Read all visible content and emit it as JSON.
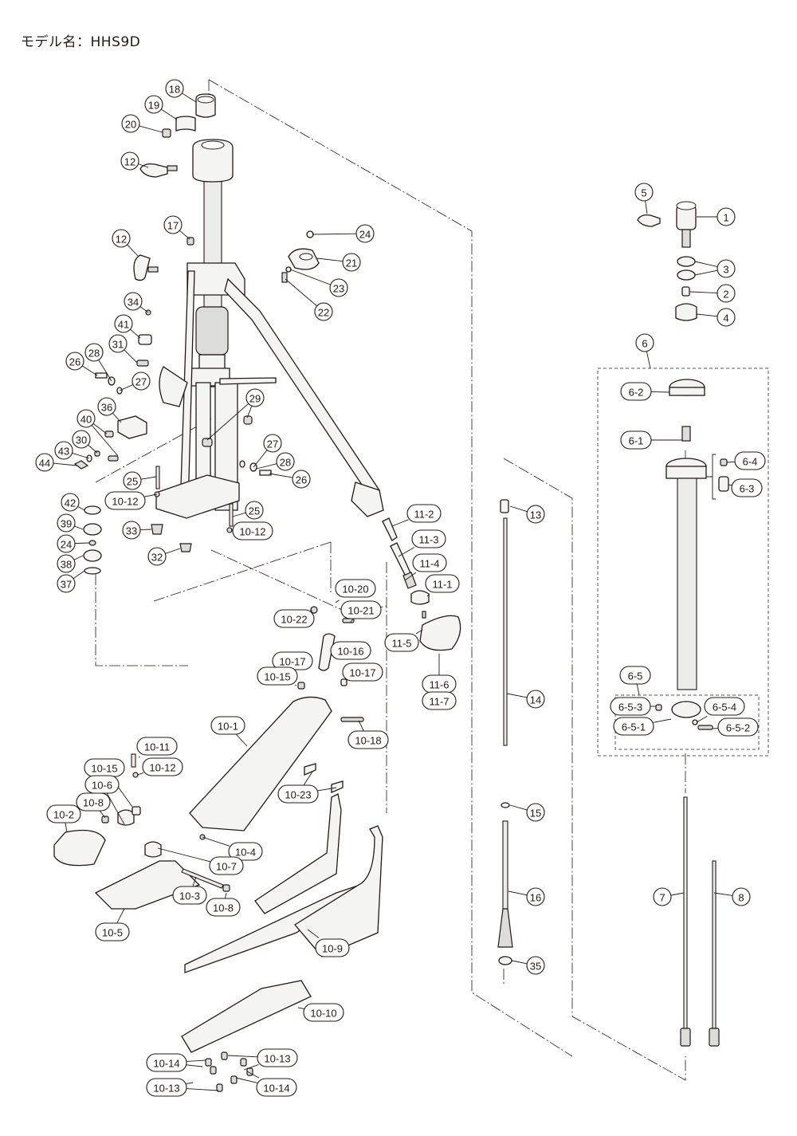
{
  "title": "モデル名：HHS9D",
  "diagram": {
    "type": "exploded-parts-diagram",
    "model": "HHS9D",
    "callouts": {
      "p18": "18",
      "p19": "19",
      "p20": "20",
      "p12a": "12",
      "p12b": "12",
      "p17": "17",
      "p24a": "24",
      "p21": "21",
      "p23": "23",
      "p22": "22",
      "p34": "34",
      "p41": "41",
      "p31": "31",
      "p26a": "26",
      "p28a": "28",
      "p27a": "27",
      "p36": "36",
      "p40": "40",
      "p30": "30",
      "p43": "43",
      "p44": "44",
      "p29": "29",
      "p27b": "27",
      "p28b": "28",
      "p26b": "26",
      "p25a": "25",
      "p1012a": "10-12",
      "p42": "42",
      "p39": "39",
      "p24b": "24",
      "p38": "38",
      "p37": "37",
      "p33": "33",
      "p32": "32",
      "p25b": "25",
      "p1012b": "10-12",
      "p112": "11-2",
      "p113": "11-3",
      "p114": "11-4",
      "p111": "11-1",
      "p115": "11-5",
      "p116": "11-6",
      "p117": "11-7",
      "p1020": "10-20",
      "p1022": "10-22",
      "p1021": "10-21",
      "p1017a": "10-17",
      "p1016": "10-16",
      "p1017b": "10-17",
      "p1015a": "10-15",
      "p1018": "10-18",
      "p101": "10-1",
      "p1023": "10-23",
      "p1011": "10-11",
      "p1015b": "10-15",
      "p1012c": "10-12",
      "p106": "10-6",
      "p108a": "10-8",
      "p102": "10-2",
      "p104": "10-4",
      "p107": "10-7",
      "p103": "10-3",
      "p108b": "10-8",
      "p105": "10-5",
      "p109": "10-9",
      "p1010": "10-10",
      "p1014a": "10-14",
      "p1013a": "10-13",
      "p1013b": "10-13",
      "p1014b": "10-14",
      "p13": "13",
      "p14": "14",
      "p15": "15",
      "p16": "16",
      "p35": "35",
      "p5": "5",
      "p1": "1",
      "p3": "3",
      "p2": "2",
      "p4": "4",
      "p6": "6",
      "p62": "6-2",
      "p61": "6-1",
      "p64": "6-4",
      "p63": "6-3",
      "p65": "6-5",
      "p653": "6-5-3",
      "p654": "6-5-4",
      "p651": "6-5-1",
      "p652": "6-5-2",
      "p7": "7",
      "p8": "8"
    }
  }
}
